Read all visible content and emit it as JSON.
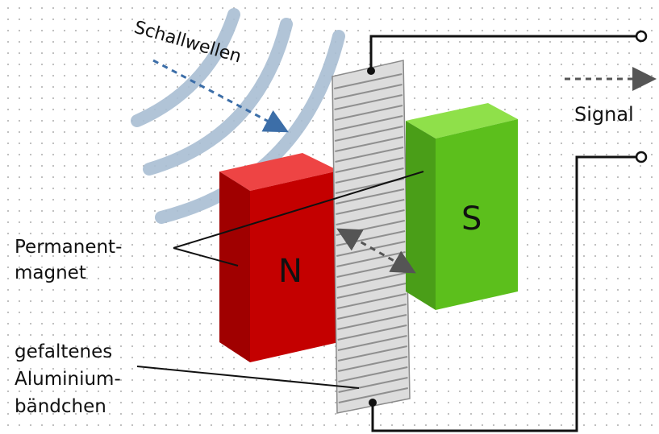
{
  "labels": {
    "sound_waves": "Schallwellen",
    "signal": "Signal",
    "permanent_magnet_line1": "Permanent-",
    "permanent_magnet_line2": "magnet",
    "ribbon_line1": "gefaltenes",
    "ribbon_line2": "Aluminium-",
    "ribbon_line3": "bändchen",
    "north_pole": "N",
    "south_pole": "S"
  },
  "colors": {
    "north_magnet": "#c40000",
    "south_magnet": "#5cbf1c",
    "ribbon": "#d9d9d9",
    "sound_waves": "#a9bed3",
    "arrow": "#3c6ea8"
  }
}
